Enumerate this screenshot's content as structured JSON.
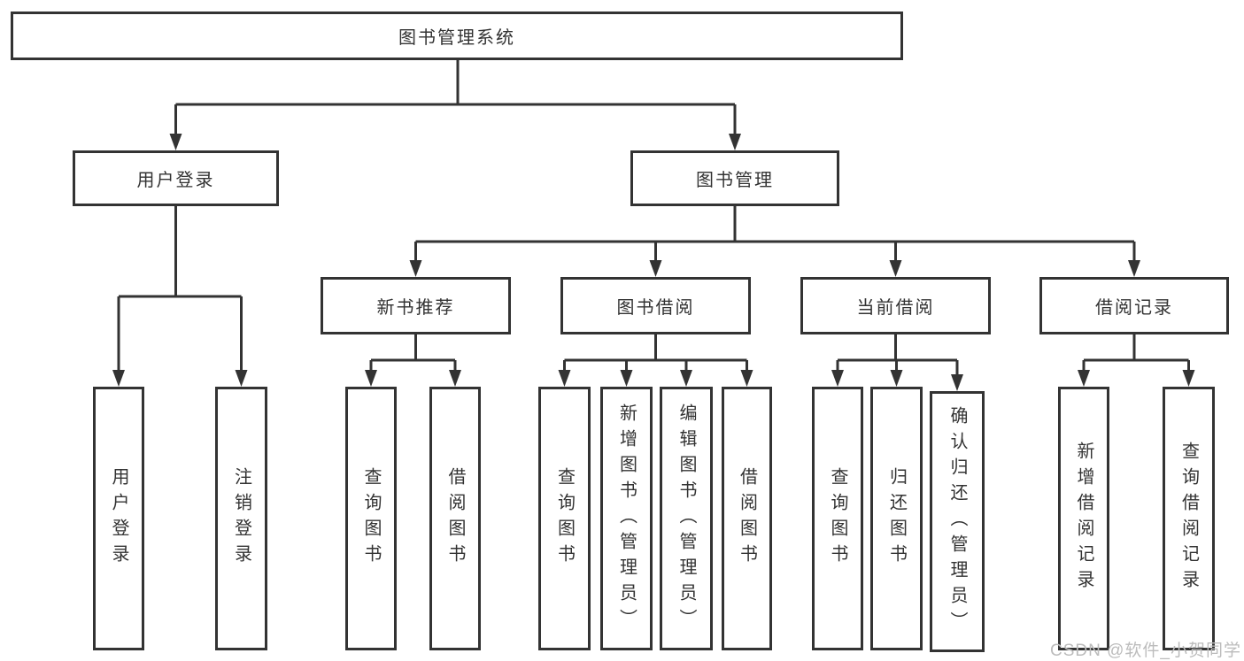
{
  "diagram": {
    "root": "图书管理系统",
    "level2": [
      "用户登录",
      "图书管理"
    ],
    "level3": [
      "新书推荐",
      "图书借阅",
      "当前借阅",
      "借阅记录"
    ],
    "leaves": {
      "user": [
        "用户登录",
        "注销登录"
      ],
      "recommend": [
        "查询图书",
        "借阅图书"
      ],
      "borrow": [
        "查询图书",
        "新增图书（管理员）",
        "编辑图书（管理员）",
        "借阅图书"
      ],
      "current": [
        "查询图书",
        "归还图书",
        "确认归还（管理员）"
      ],
      "record": [
        "新增借阅记录",
        "查询借阅记录"
      ]
    }
  },
  "watermark": "CSDN @软件_小贺同学",
  "colors": {
    "line": "#333333",
    "text": "#333333",
    "watermark": "#bcbcbc",
    "background": "#ffffff"
  }
}
